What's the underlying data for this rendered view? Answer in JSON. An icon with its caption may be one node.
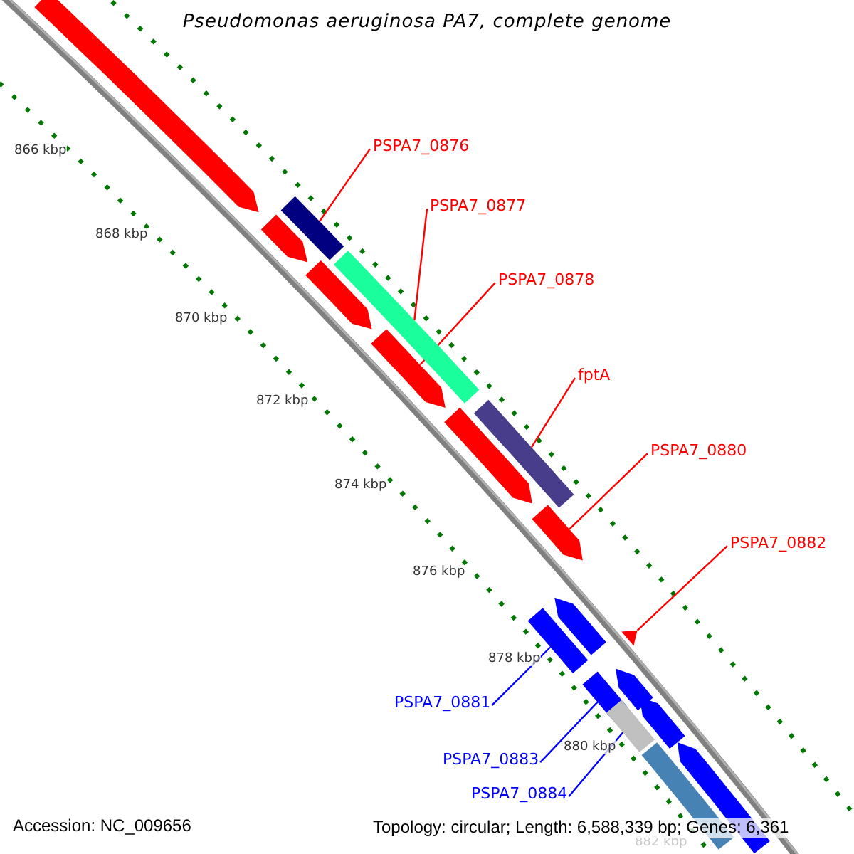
{
  "diagram": {
    "title": "Pseudomonas aeruginosa PA7, complete genome",
    "nodes": [
      {
        "text": [
          "PSPA7_0876"
        ]
      },
      {
        "text": [],
        "shape": "bar"
      },
      {
        "text": [
          "PSPA7_0877"
        ]
      },
      {
        "text": [],
        "shape": "bar"
      },
      {
        "text": [
          "PSPA7_0878"
        ]
      },
      {
        "text": [],
        "shape": "bar"
      },
      {
        "text": [
          "fptA"
        ]
      },
      {
        "text": [],
        "shape": "bar"
      },
      {
        "text": [
          "PSPA7_0880"
        ]
      },
      {
        "text": [],
        "shape": "bar"
      },
      {
        "text": [
          "PSPA7_0882"
        ]
      },
      {
        "text": [],
        "shape": "triangle"
      },
      {
        "text": [
          "PSPA7_0881"
        ]
      },
      {
        "text": [],
        "shape": "bar"
      },
      {
        "text": [
          "PSPA7_0883"
        ]
      },
      {
        "text": [],
        "shape": "bar"
      },
      {
        "text": [
          "PSPA7_0884"
        ]
      },
      {
        "text": [],
        "shape": "bar"
      },
      {
        "text": [],
        "shape": "bar"
      },
      {
        "text": [],
        "shape": "bar"
      },
      {
        "text": [],
        "shape": "bar"
      },
      {
        "text": [],
        "shape": "bar"
      },
      {
        "text": [],
        "shape": "bar"
      },
      {
        "text": [],
        "shape": "bar"
      },
      {
        "text": [],
        "shape": "bar"
      },
      {
        "text": [],
        "shape": "bar"
      },
      {
        "text": [],
        "shape": "bar"
      }
    ],
    "edges": [
      {
        "from": 0,
        "to": 1,
        "arrow": "none"
      },
      {
        "from": 2,
        "to": 3,
        "arrow": "none"
      },
      {
        "from": 4,
        "to": 5,
        "arrow": "none"
      },
      {
        "from": 6,
        "to": 7,
        "arrow": "none"
      },
      {
        "from": 8,
        "to": 9,
        "arrow": "none"
      },
      {
        "from": 10,
        "to": 11,
        "arrow": "none"
      },
      {
        "from": 12,
        "to": 13,
        "arrow": "none",
        "color": "#0000ff"
      },
      {
        "from": 14,
        "to": 15,
        "arrow": "none",
        "color": "#0000ff"
      },
      {
        "from": 16,
        "to": 17,
        "arrow": "none",
        "color": "#0000ff"
      }
    ],
    "labels": [
      "866 kbp",
      "868 kbp",
      "870 kbp",
      "872 kbp",
      "874 kbp",
      "876 kbp",
      "878 kbp",
      "880 kbp",
      "882 kbp",
      "Accession: NC_009656",
      "Topology: circular; Length: 6,588,339 bp; Genes: 6,361"
    ]
  }
}
